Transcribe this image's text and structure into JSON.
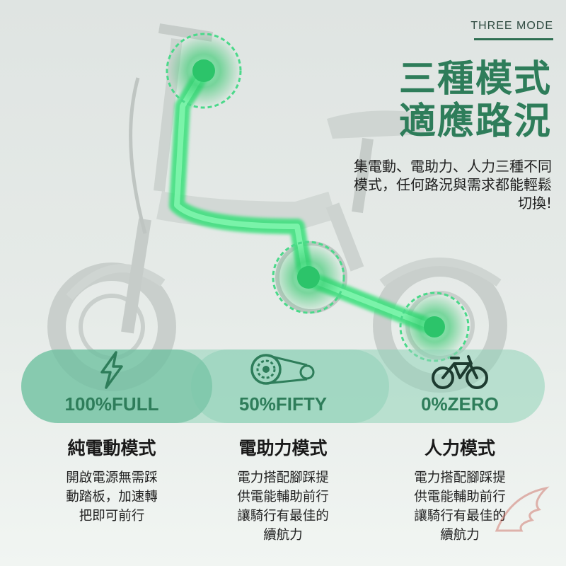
{
  "header": {
    "tag": "THREE MODE"
  },
  "headline": {
    "line1": "三種模式",
    "line2": "適應路況"
  },
  "description": {
    "line1": "集電動、電助力、人力三種不同",
    "line2": "模式，任何路況與需求都能輕鬆",
    "line3": "切換!"
  },
  "modes": [
    {
      "percent": "100%FULL",
      "title": "純電動模式",
      "body": "開啟電源無需踩\n動踏板，加速轉\n把即可前行",
      "icon": "lightning-icon"
    },
    {
      "percent": "50%FIFTY",
      "title": "電助力模式",
      "body": "電力搭配腳踩提\n供電能輔助前行\n讓騎行有最佳的\n續航力",
      "icon": "chain-gear-icon"
    },
    {
      "percent": "0%ZERO",
      "title": "人力模式",
      "body": "電力搭配腳踩提\n供電能輔助前行\n讓騎行有最佳的\n續航力",
      "icon": "bicycle-icon"
    }
  ],
  "colors": {
    "accent": "#2e7d5a",
    "glow": "#39e07a",
    "band": "#8fd4b8"
  }
}
